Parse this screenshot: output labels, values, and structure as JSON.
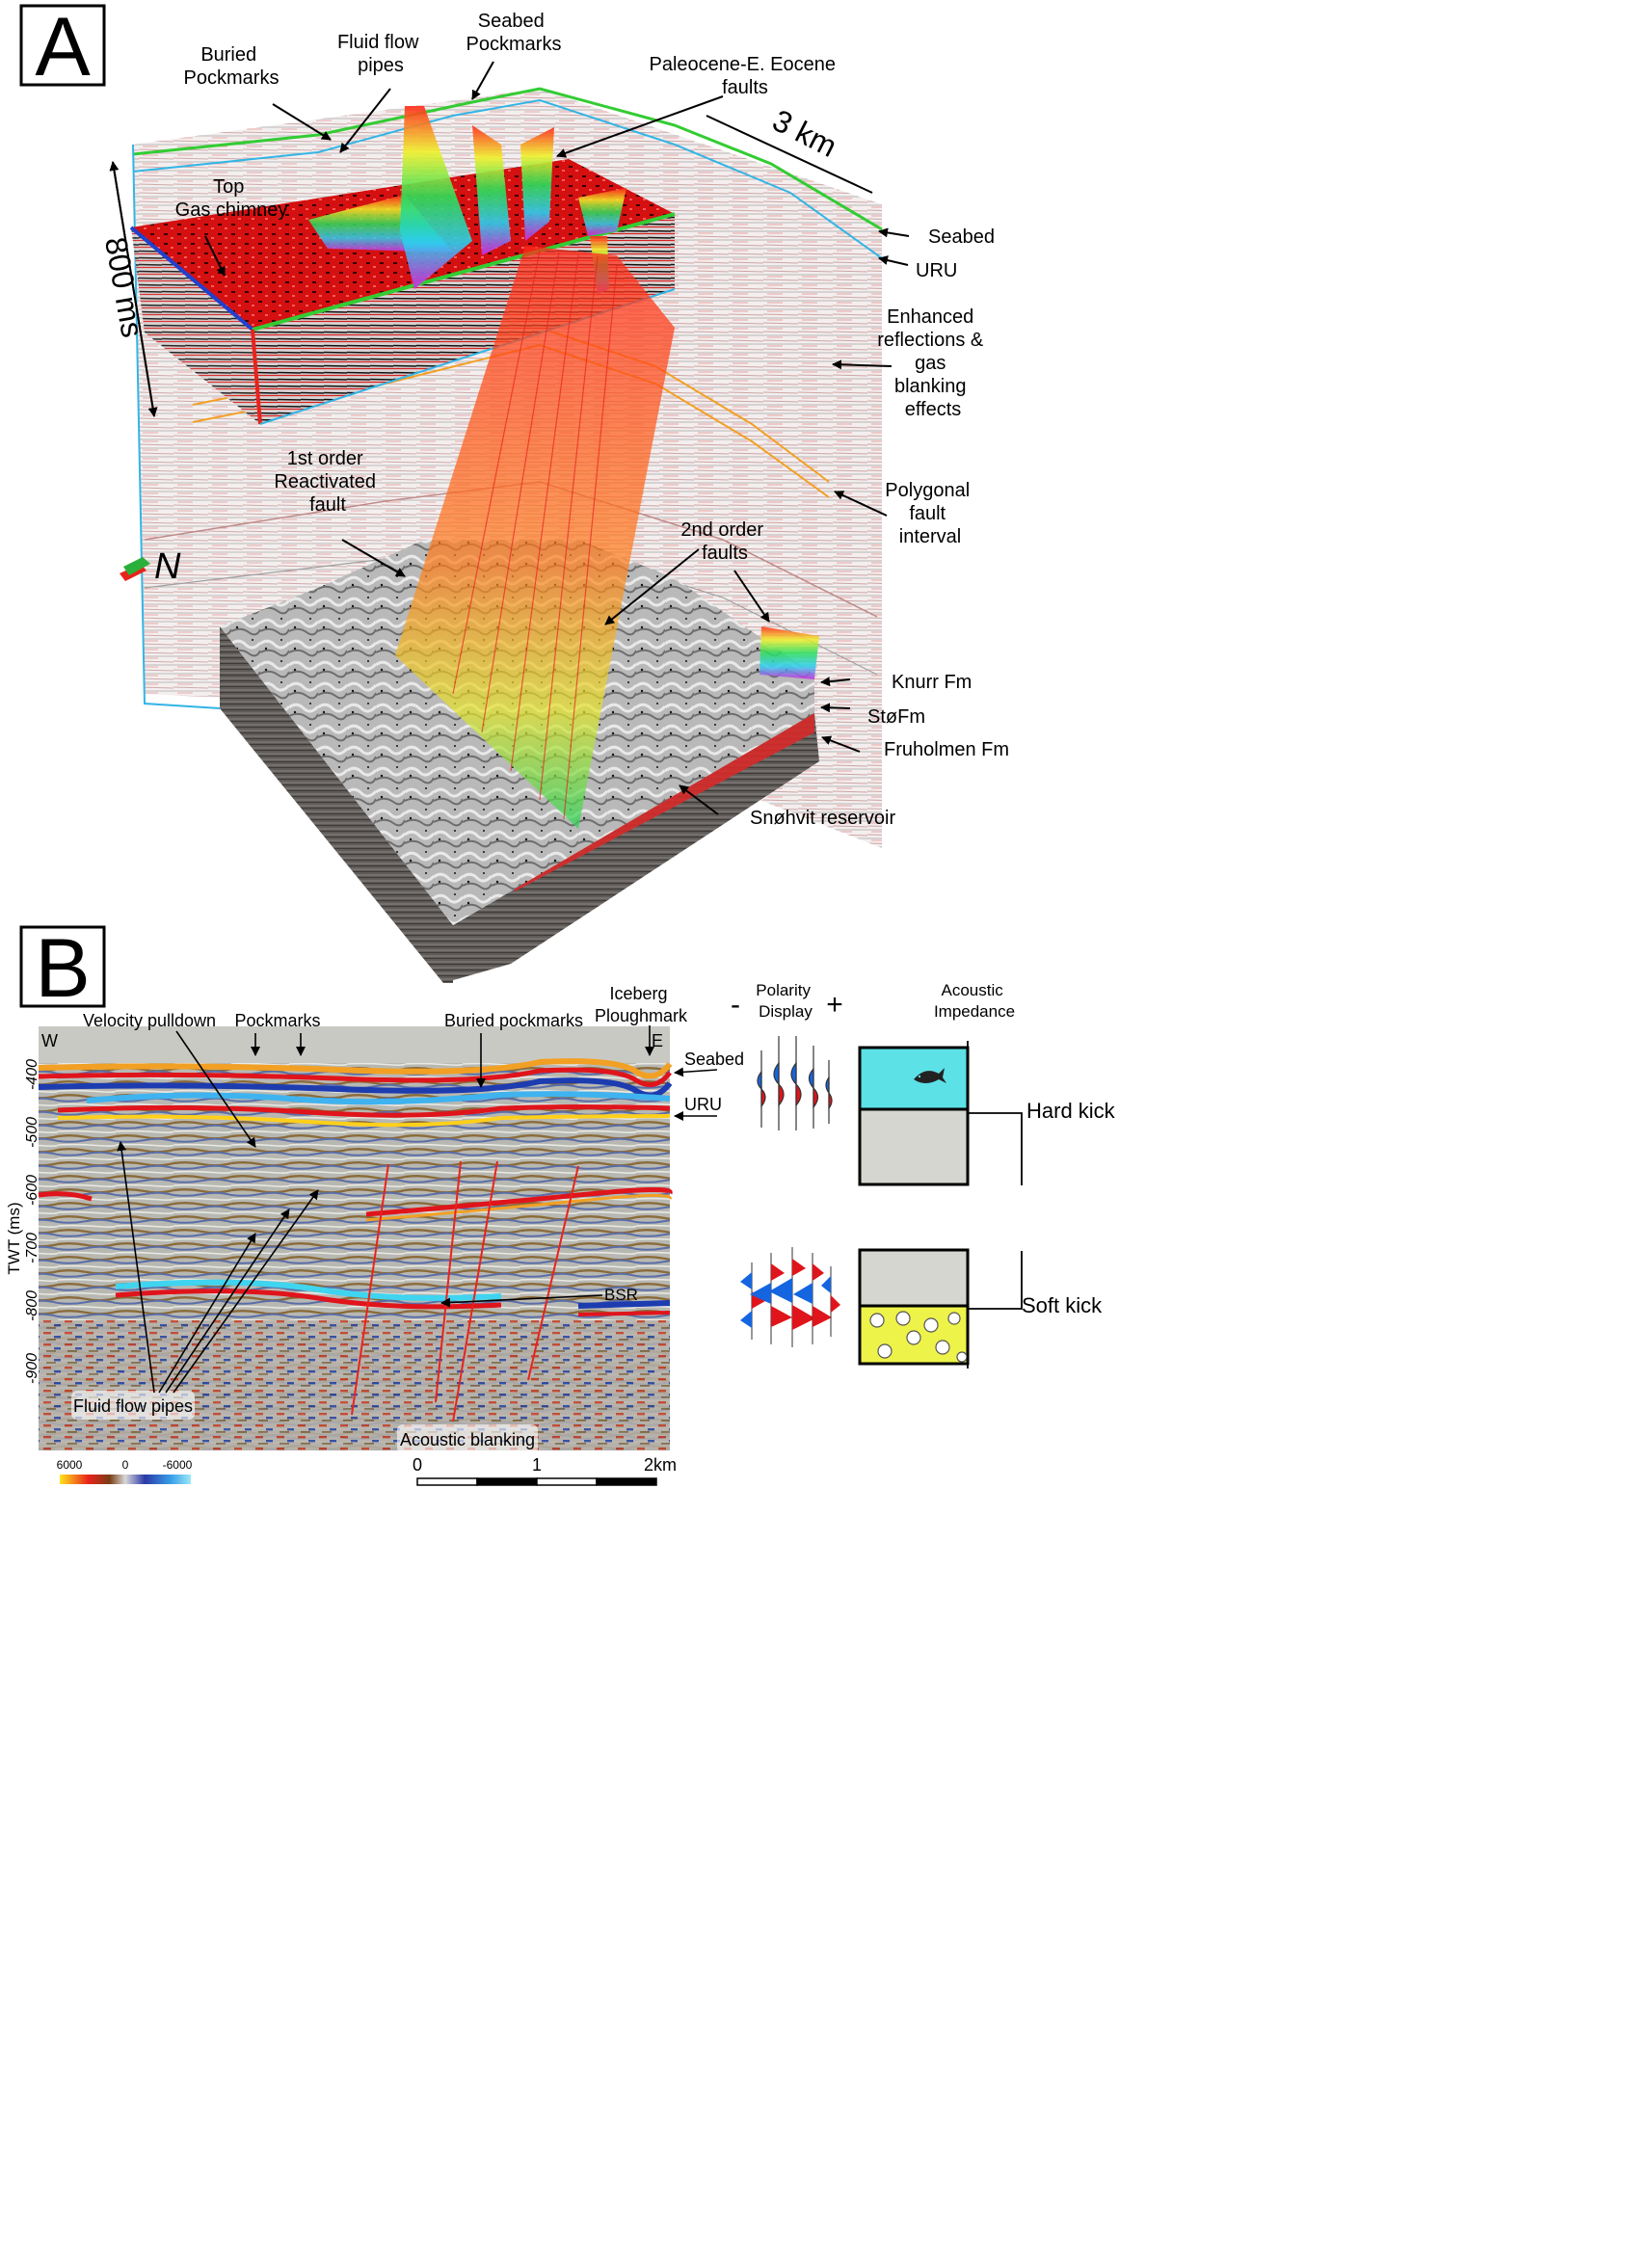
{
  "panelA": {
    "letter": "A",
    "labels": {
      "buried_pockmarks": [
        "Buried",
        "Pockmarks"
      ],
      "fluid_flow_pipes": [
        "Fluid flow",
        "pipes"
      ],
      "seabed_pockmarks": [
        "Seabed",
        "Pockmarks"
      ],
      "paleocene_faults": [
        "Paleocene-E. Eocene",
        "faults"
      ],
      "three_km": "3 km",
      "eight_hundred_ms": "800 ms",
      "top_gas_chimney": [
        "Top",
        "Gas chimney"
      ],
      "seabed": "Seabed",
      "uru": "URU",
      "enhanced_reflections": [
        "Enhanced",
        "reflections &",
        "gas",
        "blanking",
        "effects"
      ],
      "polygonal_fault": [
        "Polygonal",
        "fault",
        "interval"
      ],
      "first_order_fault": [
        "1st order",
        "Reactivated",
        "fault"
      ],
      "second_order_faults": [
        "2nd order",
        "faults"
      ],
      "north": "N",
      "knurr": "Knurr Fm",
      "sto": "StøFm",
      "fruholmen": "Fruholmen Fm",
      "snohvit": "Snøhvit reservoir"
    }
  },
  "panelB": {
    "letter": "B",
    "labels": {
      "velocity_pulldown": "Velocity pulldown",
      "pockmarks": "Pockmarks",
      "buried_pockmarks": "Buried pockmarks",
      "iceberg": [
        "Iceberg",
        "Ploughmark"
      ],
      "west": "W",
      "east": "E",
      "seabed": "Seabed",
      "uru": "URU",
      "bsr": "BSR",
      "fluid_flow_pipes": "Fluid flow pipes",
      "acoustic_blanking": "Acoustic blanking",
      "twt_axis": "TWT (ms)",
      "twt_ticks": [
        "-400",
        "-500",
        "-600",
        "-700",
        "-800",
        "-900"
      ],
      "colorbar_ticks": [
        "6000",
        "0",
        "-6000"
      ],
      "scale_ticks": [
        "0",
        "1",
        "2km"
      ]
    }
  },
  "legend": {
    "minus": "-",
    "plus": "+",
    "polarity": [
      "Polarity",
      "Display"
    ],
    "impedance": [
      "Acoustic",
      "Impedance"
    ],
    "hard_kick": "Hard kick",
    "soft_kick": "Soft kick"
  },
  "colors": {
    "fault_red": "#e8231c",
    "horizon_green": "#33cc33",
    "horizon_cyan": "#33b5e5",
    "horizon_orange": "#f2a024",
    "water_cyan": "#5ce1e6",
    "sediment_grey": "#d6d6d0",
    "gas_yellow": "#eef34a",
    "wiggle_red": "#e0141b",
    "wiggle_blue": "#1565e0"
  }
}
